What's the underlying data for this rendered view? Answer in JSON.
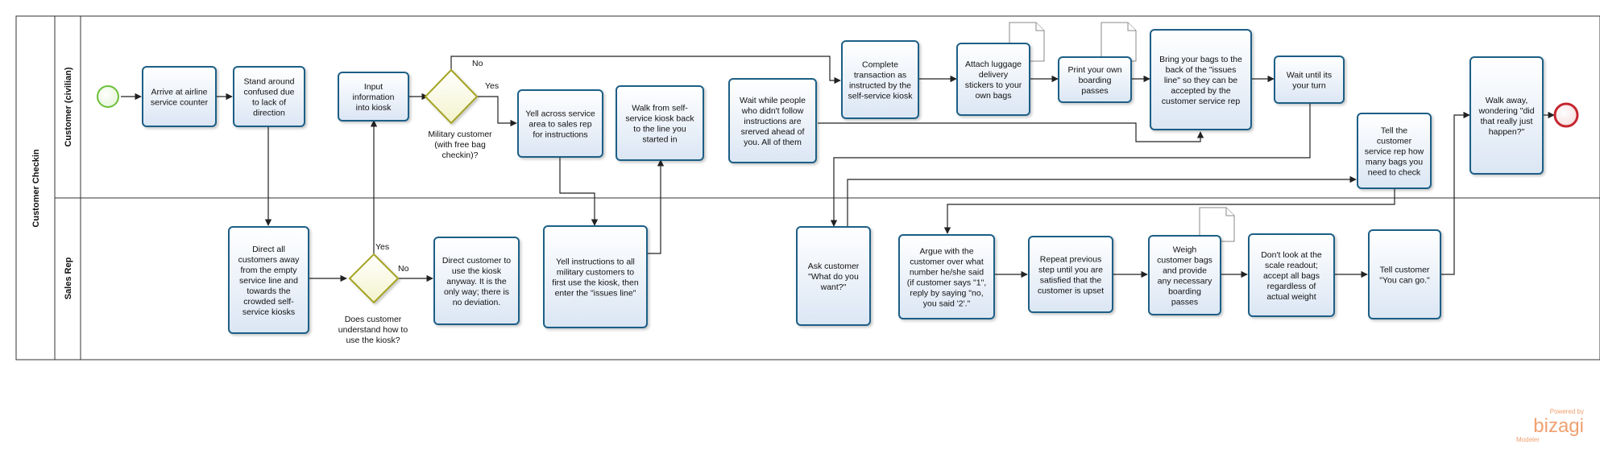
{
  "pool": {
    "label": "Customer Checkin"
  },
  "lanes": [
    {
      "id": "customer",
      "label": "Customer (civilian)"
    },
    {
      "id": "rep",
      "label": "Sales Rep"
    }
  ],
  "tasks": [
    {
      "id": "t1",
      "lines": [
        "Arrive  at airline",
        "service counter"
      ]
    },
    {
      "id": "t2",
      "lines": [
        "Stand around",
        "confused due",
        "to lack of",
        "direction"
      ]
    },
    {
      "id": "t3",
      "lines": [
        "Input",
        "information",
        "into kiosk"
      ]
    },
    {
      "id": "t4",
      "lines": [
        "Yell across service",
        "area to sales rep",
        "for instructions"
      ]
    },
    {
      "id": "t5",
      "lines": [
        "Walk from self-",
        "service kiosk back",
        "to the line you",
        "started in"
      ]
    },
    {
      "id": "t6",
      "lines": [
        "Wait while people",
        "who didn't follow",
        "instructions are",
        "srerved ahead of",
        "you.  All of them"
      ]
    },
    {
      "id": "t7",
      "lines": [
        "Complete",
        "transaction as",
        "instructed by the",
        "self-service kiosk"
      ]
    },
    {
      "id": "t8",
      "lines": [
        "Attach luggage",
        "delivery",
        "stickers to your",
        "own bags"
      ]
    },
    {
      "id": "t9",
      "lines": [
        "Print your own",
        "boarding",
        "passes"
      ]
    },
    {
      "id": "t10",
      "lines": [
        "Bring your bags to the",
        "back of the \"issues",
        "line\" so they can be",
        "accepted by the",
        "customer service rep"
      ]
    },
    {
      "id": "t11",
      "lines": [
        "Wait until its",
        "your turn"
      ]
    },
    {
      "id": "t12",
      "lines": [
        "Tell the",
        "customer",
        "service rep how",
        "many bags you",
        "need to check"
      ]
    },
    {
      "id": "t13",
      "lines": [
        "Walk away,",
        "wondering \"did",
        "that really just",
        "happen?\""
      ]
    },
    {
      "id": "r1",
      "lines": [
        "Direct all",
        "customers away",
        "from the empty",
        "service  line and",
        "towards the",
        "crowded self-",
        "service kiosks"
      ]
    },
    {
      "id": "r2",
      "lines": [
        "Direct customer to",
        "use the kiosk",
        "anyway.  It is the",
        "only way; there is",
        "no deviation."
      ]
    },
    {
      "id": "r3",
      "lines": [
        "Yell instructions to all",
        "military customers  to",
        "first use the kiosk, then",
        "enter the \"issues line\""
      ]
    },
    {
      "id": "r4",
      "lines": [
        "Ask customer",
        "\"What do you",
        "want?\""
      ]
    },
    {
      "id": "r5",
      "lines": [
        "Argue with the",
        "customer over what",
        "number he/she said",
        "(if customer says \"1\",",
        "reply by saying \"no,",
        "you said '2'.\""
      ]
    },
    {
      "id": "r6",
      "lines": [
        "Repeat previous",
        "step until you are",
        "satisfied that the",
        "customer is upset"
      ]
    },
    {
      "id": "r7",
      "lines": [
        "Weigh",
        "customer bags",
        "and provide",
        "any necessary",
        "boarding",
        "passes"
      ]
    },
    {
      "id": "r8",
      "lines": [
        "Don't look at the",
        "scale readout;",
        "accept all bags",
        "regardless of",
        "actual weight"
      ]
    },
    {
      "id": "r9",
      "lines": [
        "Tell customer",
        "\"You can go.\""
      ]
    }
  ],
  "gateways": [
    {
      "id": "g1",
      "lines": [
        "Military customer",
        "(with free bag",
        "checkin)?"
      ],
      "yes": "Yes",
      "no": "No"
    },
    {
      "id": "g2",
      "lines": [
        "Does customer",
        "understand how to",
        "use the kiosk?"
      ],
      "yes": "Yes",
      "no": "No"
    }
  ],
  "branding": {
    "powered": "Powered by",
    "name": "bizagi",
    "product": "Modeler"
  },
  "colors": {
    "task_stroke": "#1f5f86",
    "task_fill_top": "#ffffff",
    "task_fill_bottom": "#dbe6f4",
    "start": "#6cbf3a",
    "end": "#c4262e",
    "gateway_stroke": "#a5a322",
    "gateway_fill": "#fafae2"
  }
}
